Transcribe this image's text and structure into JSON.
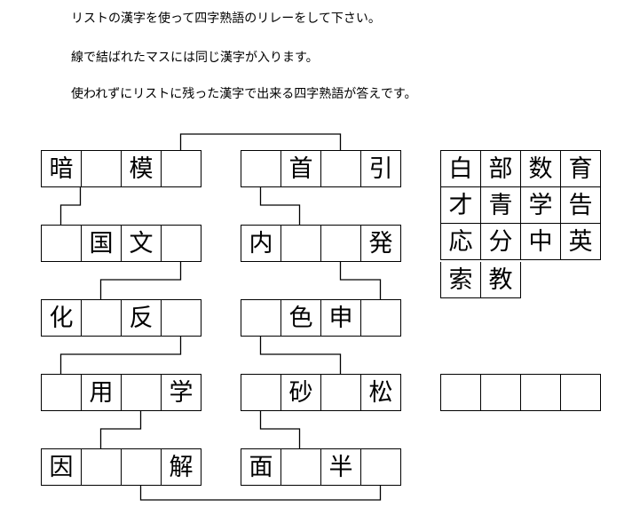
{
  "instructions": [
    "リストの漢字を使って四字熟語のリレーをして下さい。",
    "線で結ばれたマスには同じ漢字が入ります。",
    "使われずにリストに残った漢字で出来る四字熟語が答えです。"
  ],
  "left_column": [
    [
      "暗",
      "",
      "模",
      ""
    ],
    [
      "",
      "国",
      "文",
      ""
    ],
    [
      "化",
      "",
      "反",
      ""
    ],
    [
      "",
      "用",
      "",
      "学"
    ],
    [
      "因",
      "",
      "",
      "解"
    ]
  ],
  "right_column": [
    [
      "",
      "首",
      "",
      "引"
    ],
    [
      "内",
      "",
      "",
      "発"
    ],
    [
      "",
      "色",
      "申",
      ""
    ],
    [
      "",
      "砂",
      "",
      "松"
    ],
    [
      "面",
      "",
      "半",
      ""
    ]
  ],
  "kanji_list": [
    [
      "白",
      "部",
      "数",
      "育"
    ],
    [
      "才",
      "青",
      "学",
      "告"
    ],
    [
      "応",
      "分",
      "中",
      "英"
    ],
    [
      "索",
      "教"
    ]
  ],
  "answer": [
    "",
    "",
    "",
    ""
  ]
}
